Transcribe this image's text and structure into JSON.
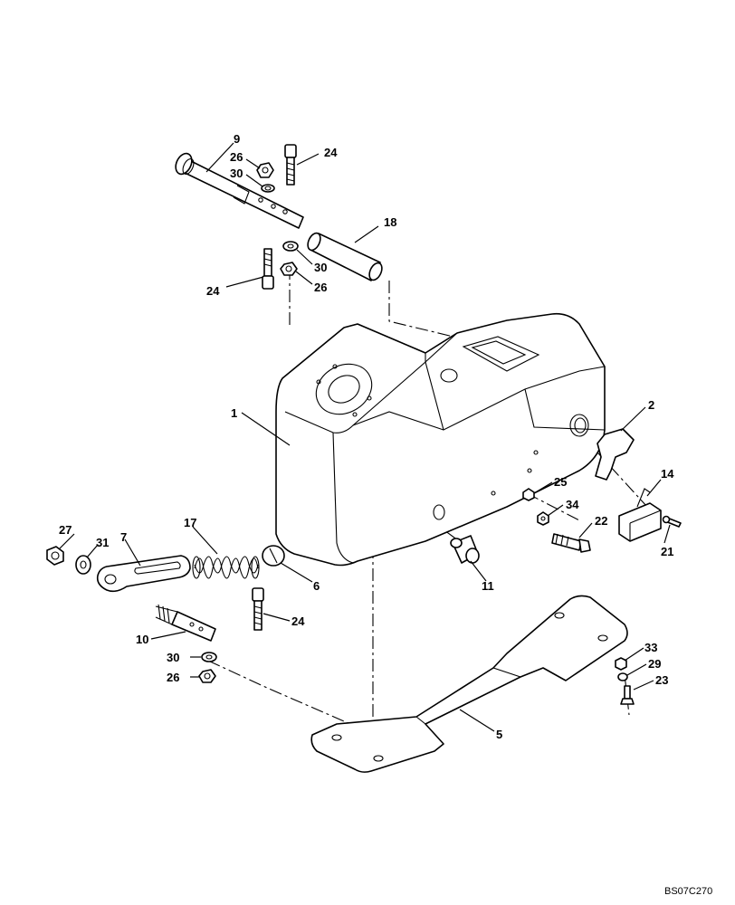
{
  "diagram": {
    "labels": {
      "l1": "1",
      "l2": "2",
      "l5": "5",
      "l6": "6",
      "l7": "7",
      "l9": "9",
      "l10": "10",
      "l11": "11",
      "l14": "14",
      "l17": "17",
      "l18": "18",
      "l21": "21",
      "l22": "22",
      "l23": "23",
      "l24a": "24",
      "l24b": "24",
      "l24c": "24",
      "l25": "25",
      "l26a": "26",
      "l26b": "26",
      "l26c": "26",
      "l27": "27",
      "l29": "29",
      "l30a": "30",
      "l30b": "30",
      "l30c": "30",
      "l31": "31",
      "l33": "33",
      "l34": "34"
    },
    "drawing_code": "BS07C270"
  }
}
